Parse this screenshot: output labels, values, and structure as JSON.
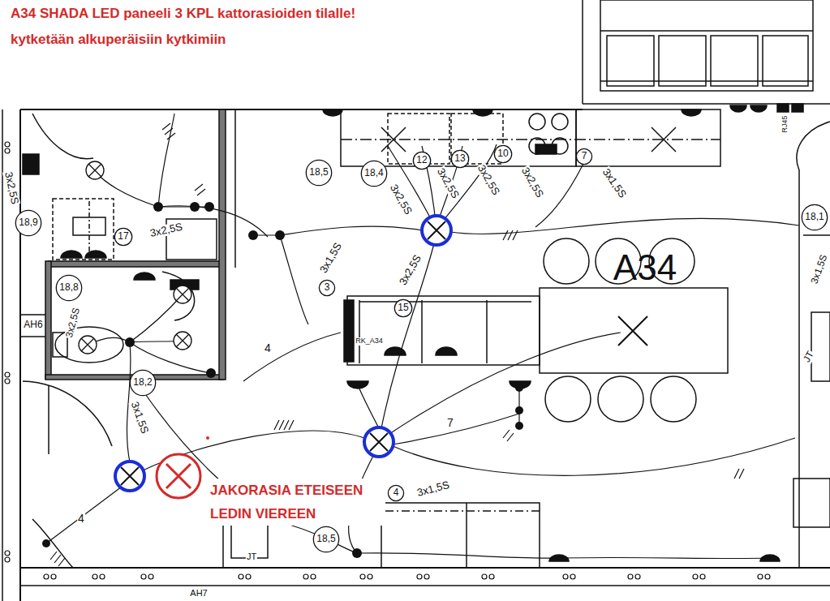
{
  "diagram": {
    "title": "A34 SHADA LED paneeli 3 KPL kattorasioiden tilalle!",
    "labels": [
      "kytketään alkuperäisiin kytkimiin",
      "3x2,5S",
      "18,9",
      "17",
      "3x2,5S",
      "18,5",
      "18,4",
      "3x2,5S",
      "12",
      "3x2,5S",
      "13",
      "3x2,5S",
      "10",
      "3x2,5S",
      "7",
      "3x1,5S",
      "18,1",
      "3x1,5S",
      "3",
      "3x2,5S",
      "15",
      "RK_A34",
      "4",
      "AH6",
      "18,8",
      "3x2,5S",
      "18,2",
      "3x1,5S",
      "JAKORASIA ETEISEEN LEDIN VIEREEN",
      "4",
      "7",
      "4",
      "3x1,5S",
      "18,5",
      "JT",
      "JT",
      "AH7",
      "RJ45",
      "A34",
      "3x1,5S"
    ]
  }
}
